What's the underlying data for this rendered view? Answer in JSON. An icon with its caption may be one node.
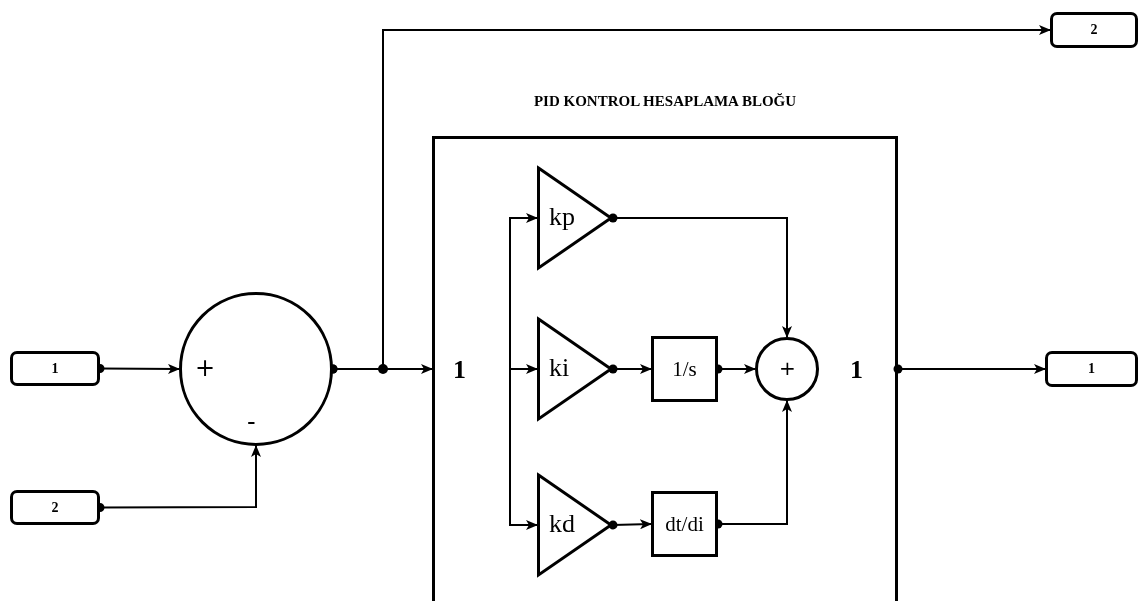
{
  "diagram": {
    "nodes": [
      {
        "text": [
          "1"
        ]
      },
      {
        "text": [
          "2"
        ]
      },
      {
        "text": [
          "+",
          "-"
        ]
      },
      {
        "text": [
          "PID KONTROL HESAPLAMA BLOĞU"
        ]
      },
      {
        "text": [
          "kp"
        ],
        "in": 3
      },
      {
        "text": [
          "ki"
        ],
        "in": 3
      },
      {
        "text": [
          "kd"
        ],
        "in": 3
      },
      {
        "text": [
          "1/s"
        ],
        "in": 3
      },
      {
        "text": [
          "dt/di"
        ],
        "in": 3
      },
      {
        "text": [
          "+"
        ],
        "in": 3
      },
      {
        "text": [
          "2"
        ]
      },
      {
        "text": [
          "1"
        ]
      }
    ],
    "edges": [
      {
        "from": 0,
        "to": 2,
        "arrow": "to"
      },
      {
        "from": 1,
        "to": 2,
        "arrow": "to"
      },
      {
        "from": 2,
        "to": 3,
        "arrow": "to"
      },
      {
        "from": 2,
        "to": 10,
        "arrow": "to"
      },
      {
        "from": null,
        "to": 4,
        "arrow": "to"
      },
      {
        "from": null,
        "to": 5,
        "arrow": "to"
      },
      {
        "from": null,
        "to": 6,
        "arrow": "to"
      },
      {
        "from": 5,
        "to": 7,
        "arrow": "to"
      },
      {
        "from": 6,
        "to": 8,
        "arrow": "to"
      },
      {
        "from": 4,
        "to": 9,
        "arrow": "to"
      },
      {
        "from": 7,
        "to": 9,
        "arrow": "to"
      },
      {
        "from": 8,
        "to": 9,
        "arrow": "to"
      },
      {
        "from": 3,
        "to": 11,
        "arrow": "to"
      }
    ],
    "labels": [
      "1",
      "1"
    ]
  }
}
